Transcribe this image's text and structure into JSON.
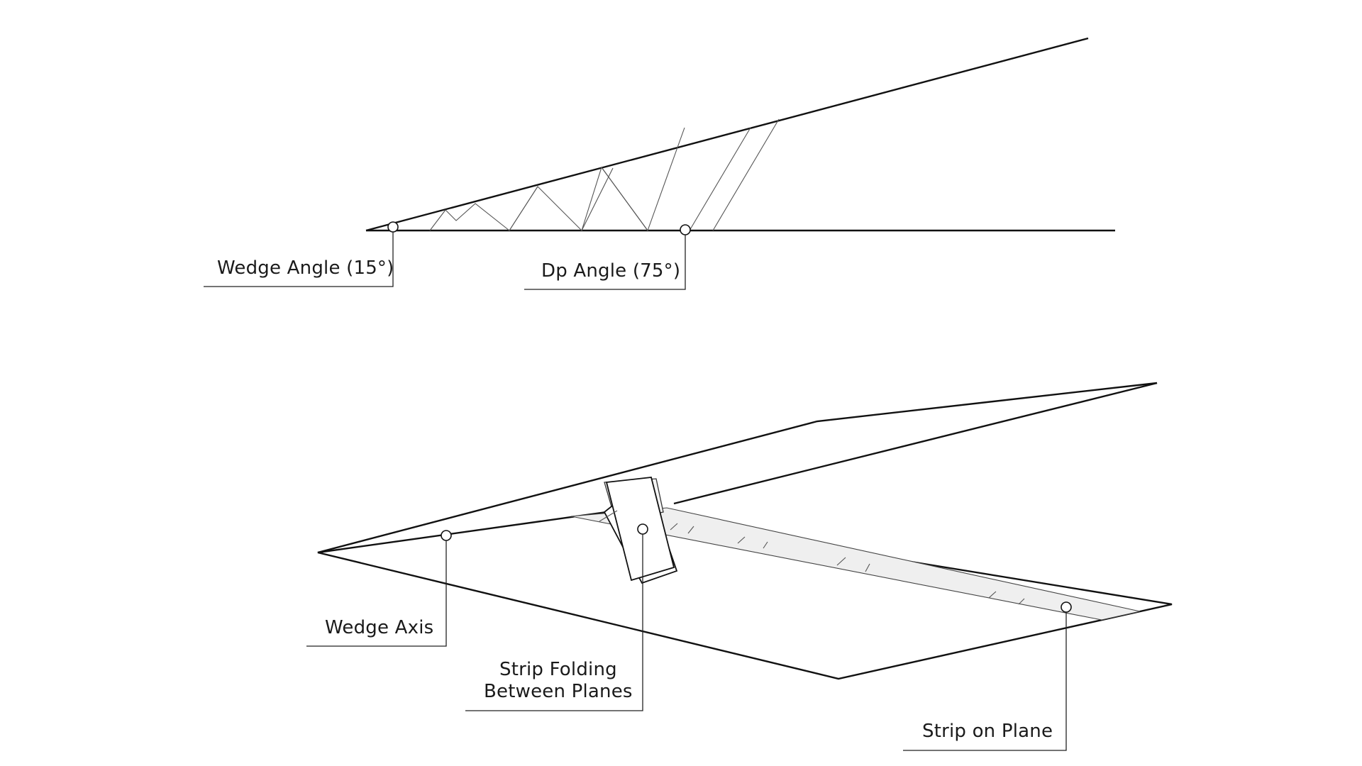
{
  "labels": {
    "wedge_angle": "Wedge Angle (15°)",
    "dp_angle": "Dp Angle (75°)",
    "wedge_axis": "Wedge Axis",
    "strip_folding_line1": "Strip Folding",
    "strip_folding_line2": "Between Planes",
    "strip_on_plane": "Strip on Plane"
  }
}
